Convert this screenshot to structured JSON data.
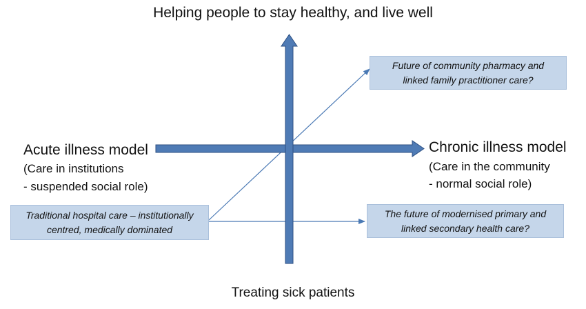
{
  "axes": {
    "top_label": "Helping people to stay healthy, and live well",
    "bottom_label": "Treating sick patients",
    "left": {
      "title": "Acute illness model",
      "line1": "(Care in institutions",
      "line2": "- suspended social role)"
    },
    "right": {
      "title": "Chronic illness model",
      "line1": "(Care in the community",
      "line2": "- normal social role)"
    }
  },
  "boxes": {
    "origin": {
      "line1": "Traditional hospital care – institutionally",
      "line2": "centred, medically dominated"
    },
    "upper_right": {
      "line1": "Future of community pharmacy and",
      "line2": "linked family practitioner care?"
    },
    "lower_right": {
      "line1": "The future of modernised primary and",
      "line2": "linked secondary health care?"
    }
  },
  "colors": {
    "axis_fill": "#4f7bb5",
    "axis_stroke": "#2c4f82",
    "connector": "#4a79b4",
    "box_fill": "#c5d6ea"
  }
}
